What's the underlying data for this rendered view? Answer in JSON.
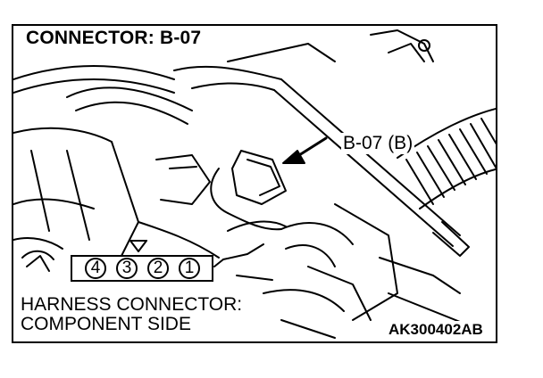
{
  "title": "CONNECTOR: B-07",
  "callout": "B-07 (B)",
  "harness": {
    "line1": "HARNESS CONNECTOR:",
    "line2": "COMPONENT SIDE",
    "pins": [
      "4",
      "3",
      "2",
      "1"
    ]
  },
  "figure_code": "AK300402AB"
}
